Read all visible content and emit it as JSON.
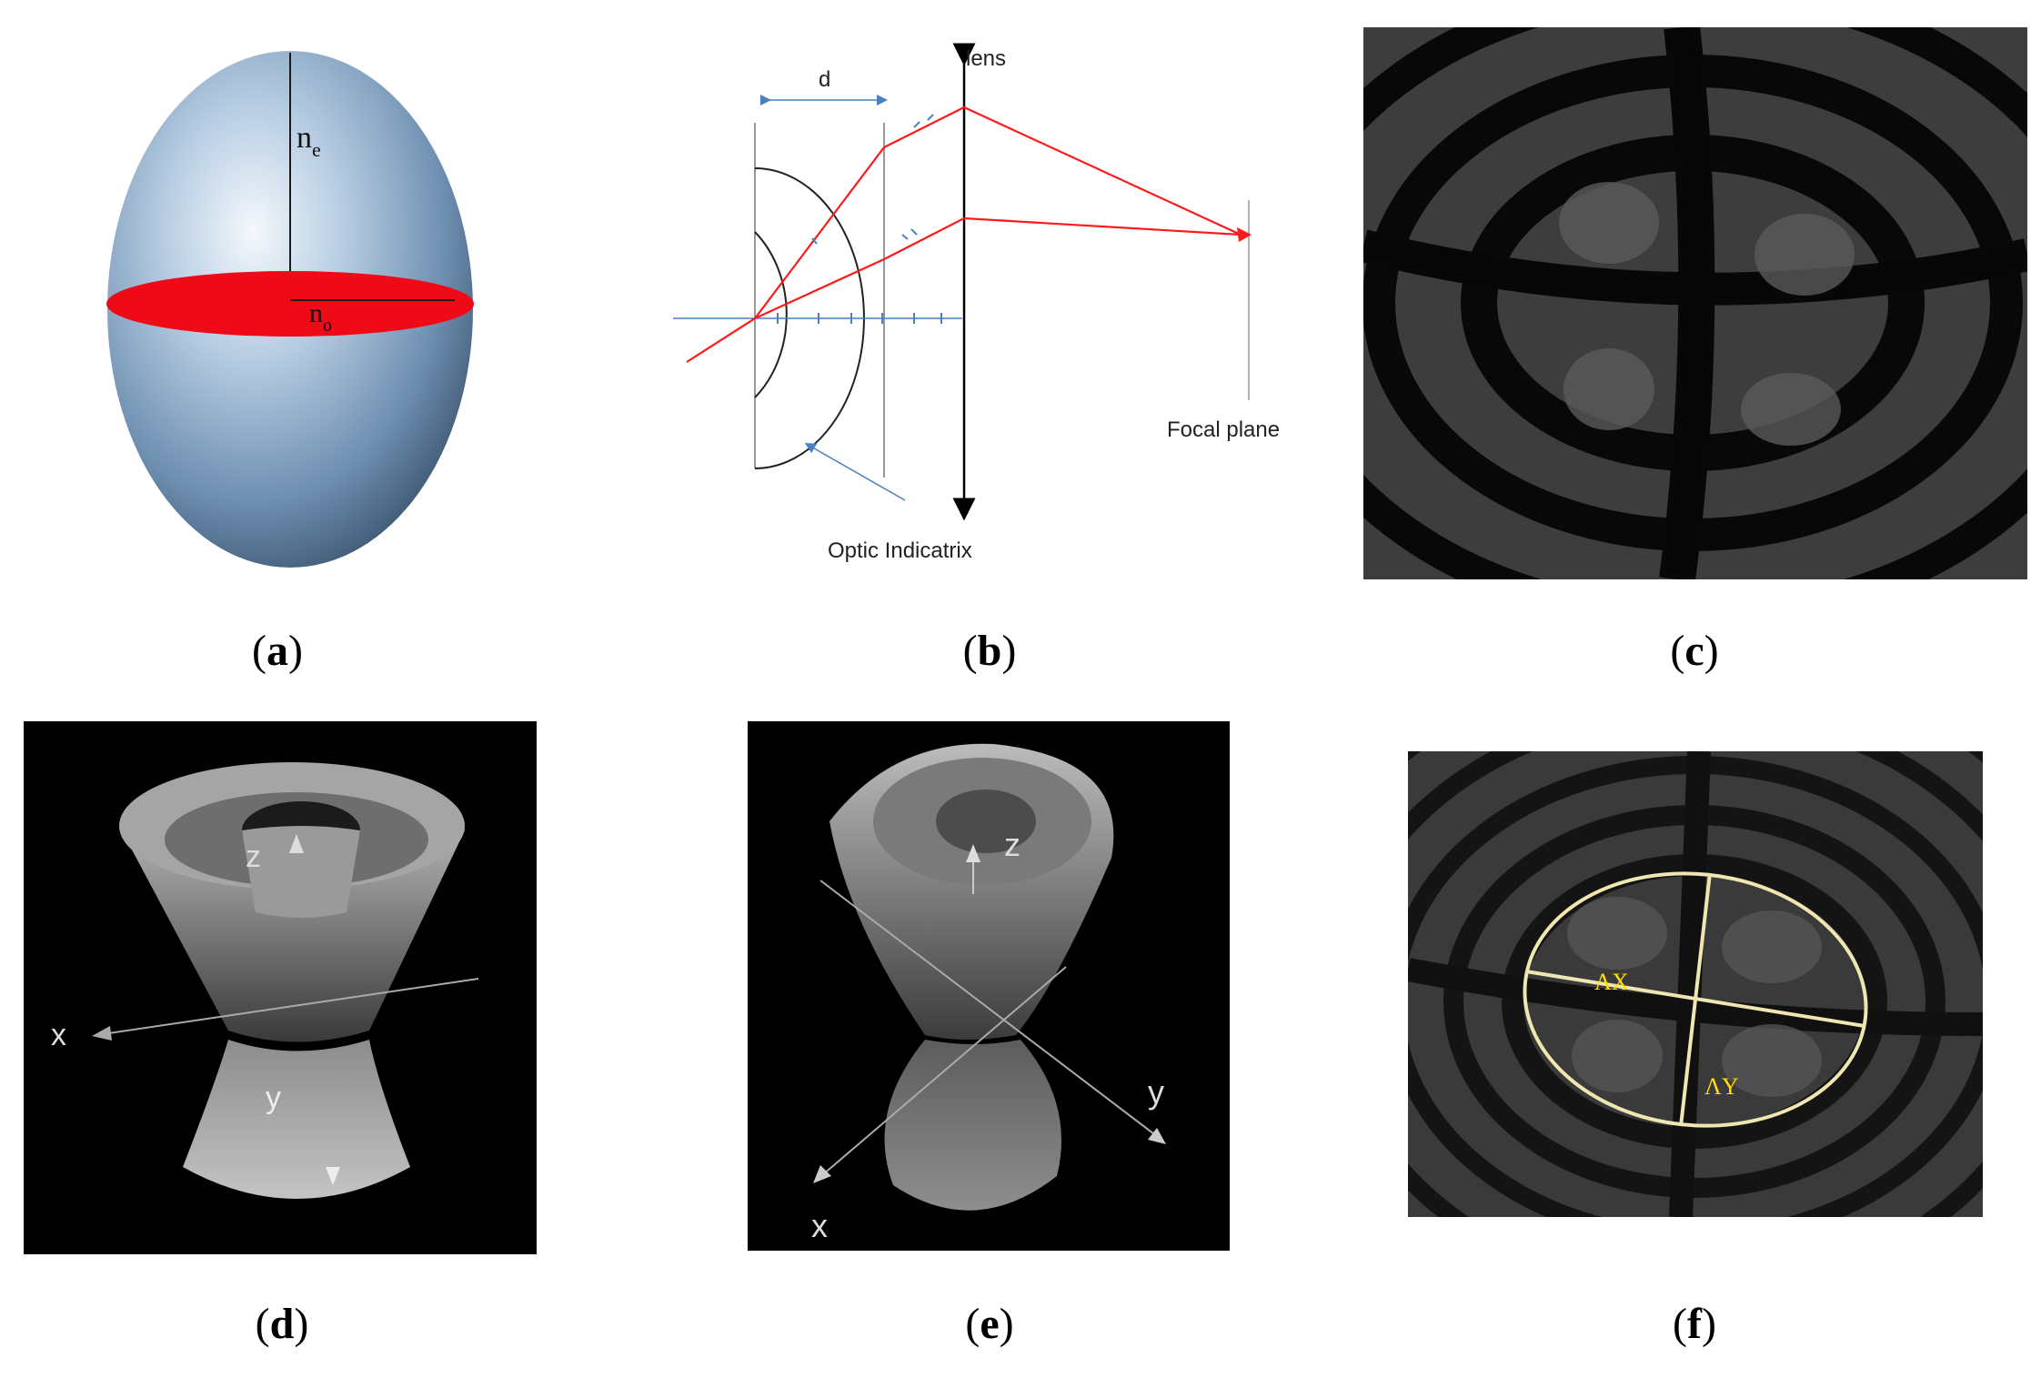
{
  "panel_a": {
    "label_ne_main": "n",
    "label_ne_sub": "e",
    "label_no_main": "n",
    "label_no_sub": "o"
  },
  "panel_b": {
    "label_lens": "lens",
    "label_d": "d",
    "label_focal": "Focal plane",
    "label_indicatrix": "Optic Indicatrix"
  },
  "panel_d": {
    "axis_z": "z",
    "axis_x": "x",
    "axis_y": "y"
  },
  "panel_e": {
    "axis_z": "z",
    "axis_x": "x",
    "axis_y": "y"
  },
  "panel_f": {
    "label_ax": "ΛX",
    "label_ay": "ΛY"
  },
  "captions": {
    "a": "a",
    "b": "b",
    "c": "c",
    "d": "d",
    "e": "e",
    "f": "f"
  },
  "colors": {
    "red": "#ff1a1a",
    "ellipse": "#f0e6b0",
    "yellow_text": "#ffe000"
  }
}
